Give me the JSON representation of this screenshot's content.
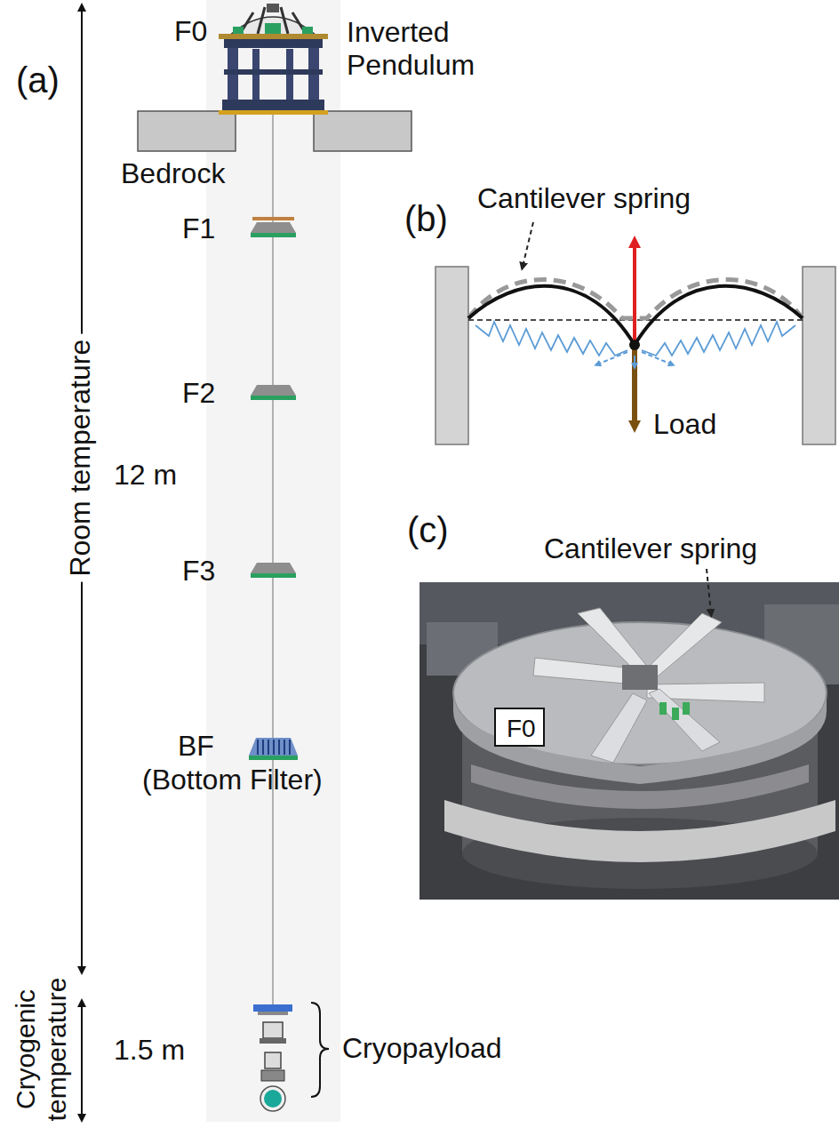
{
  "diagram": {
    "nodes": [
      {
        "text": [
          "F0"
        ]
      }
    ],
    "labels": [
      "(a)",
      "F0",
      "Inverted Pendulum",
      "Bedrock",
      "F1",
      "F2",
      "F3",
      "BF",
      "(Bottom Filter)",
      "12 m",
      "Room temperature",
      "Cryogenic temperature",
      "1.5 m",
      "Cryopayload",
      "(b)",
      "Cantilever spring",
      "Load",
      "(c)",
      "Cantilever spring"
    ]
  }
}
